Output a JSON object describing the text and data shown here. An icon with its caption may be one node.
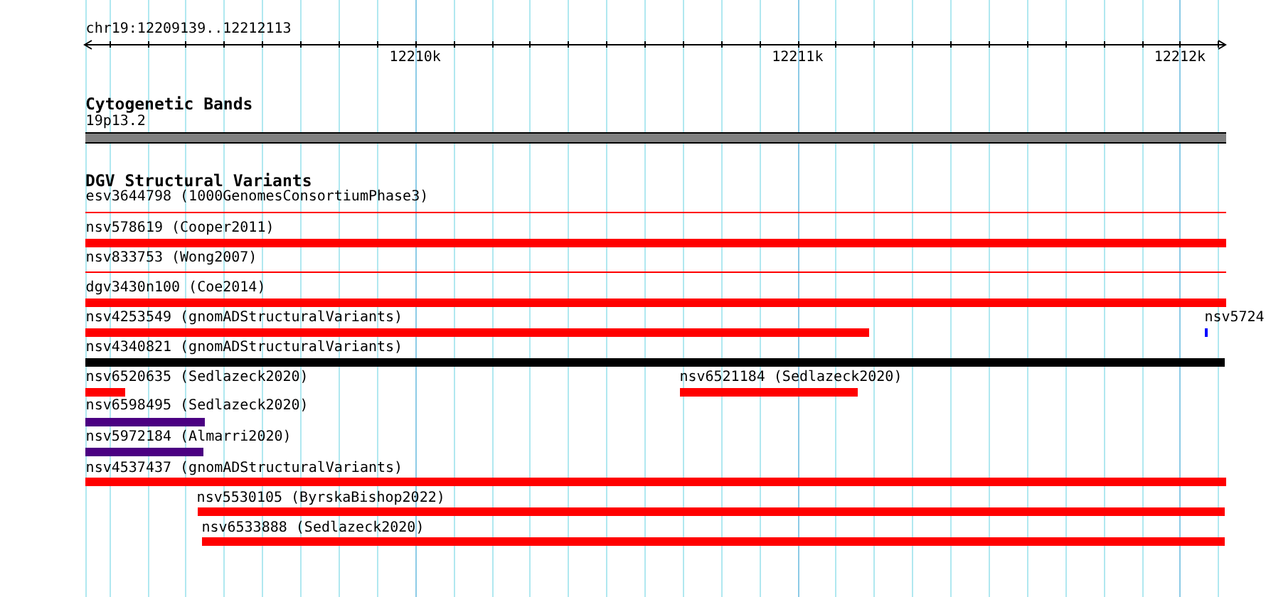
{
  "diagram": {
    "nodes": [
      {
        "text": [
          "19p13.2"
        ]
      },
      {
        "text": [
          "esv3644798 (1000GenomesConsortiumPhase3)"
        ]
      },
      {
        "text": [
          "nsv578619 (Cooper2011)"
        ]
      },
      {
        "text": [
          "nsv833753 (Wong2007)"
        ]
      },
      {
        "text": [
          "dgv3430n100 (Coe2014)"
        ]
      },
      {
        "text": [
          "nsv4253549 (gnomADStructuralVariants)"
        ]
      },
      {
        "text": [
          "nsv5724"
        ]
      },
      {
        "text": [
          "nsv4340821 (gnomADStructuralVariants)"
        ]
      },
      {
        "text": [
          "nsv6520635 (Sedlazeck2020)"
        ]
      },
      {
        "text": [
          "nsv6521184 (Sedlazeck2020)"
        ]
      },
      {
        "text": [
          "nsv6598495 (Sedlazeck2020)"
        ]
      },
      {
        "text": [
          "nsv5972184 (Almarri2020)"
        ]
      },
      {
        "text": [
          "nsv4537437 (gnomADStructuralVariants)"
        ]
      },
      {
        "text": [
          "nsv5530105 (ByrskaBishop2022)"
        ]
      },
      {
        "text": [
          "nsv6533888 (Sedlazeck2020)"
        ]
      }
    ],
    "labels": [
      "chr19:12209139..12212113",
      "12210k",
      "12211k",
      "12212k",
      "Cytogenetic Bands",
      "DGV Structural Variants"
    ]
  }
}
